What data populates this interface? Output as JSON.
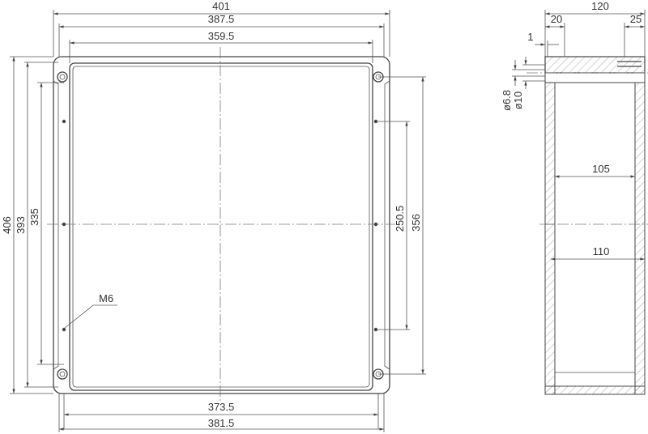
{
  "front_view": {
    "dim_width_overall": "401",
    "dim_width_flange": "387.5",
    "dim_width_inner": "359.5",
    "dim_width_bottom_inner": "373.5",
    "dim_width_bottom_holes": "381.5",
    "dim_height_overall": "406",
    "dim_height_flange": "393",
    "dim_height_holes": "335",
    "dim_height_mid": "250.5",
    "dim_height_right": "356",
    "thread_label": "M6"
  },
  "side_view": {
    "dim_depth_overall": "120",
    "dim_lid": "20",
    "dim_right_step": "25",
    "dim_small": "1",
    "dim_hole_small": "ø6.8",
    "dim_hole_large": "ø10",
    "dim_inner_upper": "105",
    "dim_inner_lower": "110"
  }
}
